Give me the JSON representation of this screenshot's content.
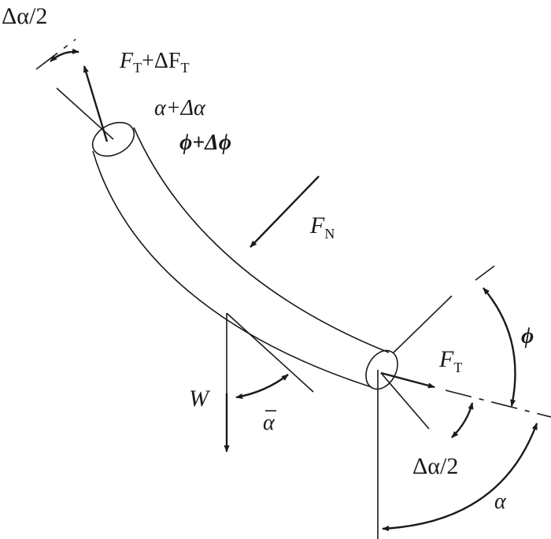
{
  "labels": {
    "delta_alpha_half_top": "Δα/2",
    "ft_plus": {
      "base": "F",
      "sub": "T",
      "plus": "+ΔF",
      "sub2": "T"
    },
    "alpha_plus": "α+Δα",
    "phi_plus": "ϕ+Δϕ",
    "fn": {
      "base": "F",
      "sub": "N"
    },
    "ft": {
      "base": "F",
      "sub": "T"
    },
    "phi": "ϕ",
    "w": "W",
    "alpha_bar": "α",
    "delta_alpha_half_bottom": "Δα/2",
    "alpha": "α"
  },
  "colors": {
    "ink": "#1a1a1a",
    "background": "#ffffff"
  }
}
